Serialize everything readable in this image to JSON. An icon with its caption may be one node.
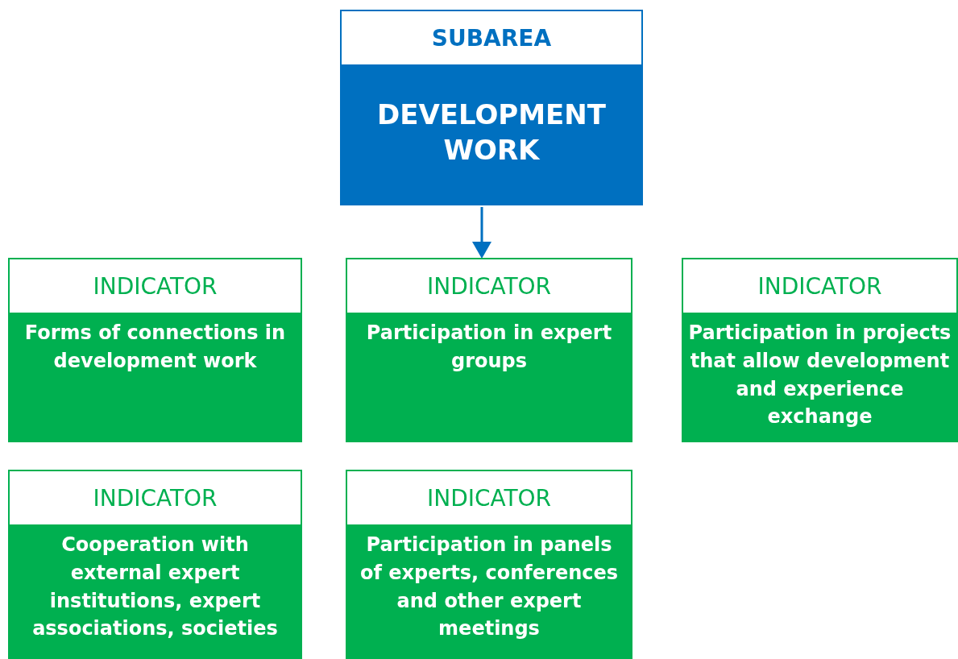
{
  "diagram": {
    "nodes": [
      {
        "text": [
          "SUBAREA",
          "DEVELOPMENT WORK"
        ]
      },
      {
        "text": [
          "INDICATOR",
          "Forms of connections in development work"
        ]
      },
      {
        "text": [
          "INDICATOR",
          "Participation in expert groups"
        ]
      },
      {
        "text": [
          "INDICATOR",
          "Participation in projects that allow development and experience exchange"
        ]
      },
      {
        "text": [
          "INDICATOR",
          "Cooperation with external expert institutions, expert associations, societies"
        ]
      },
      {
        "text": [
          "INDICATOR",
          "Participation in panels of experts, conferences and other expert meetings"
        ]
      }
    ],
    "edges": [
      {
        "from": 0,
        "to": 2,
        "arrow": "to"
      }
    ]
  }
}
